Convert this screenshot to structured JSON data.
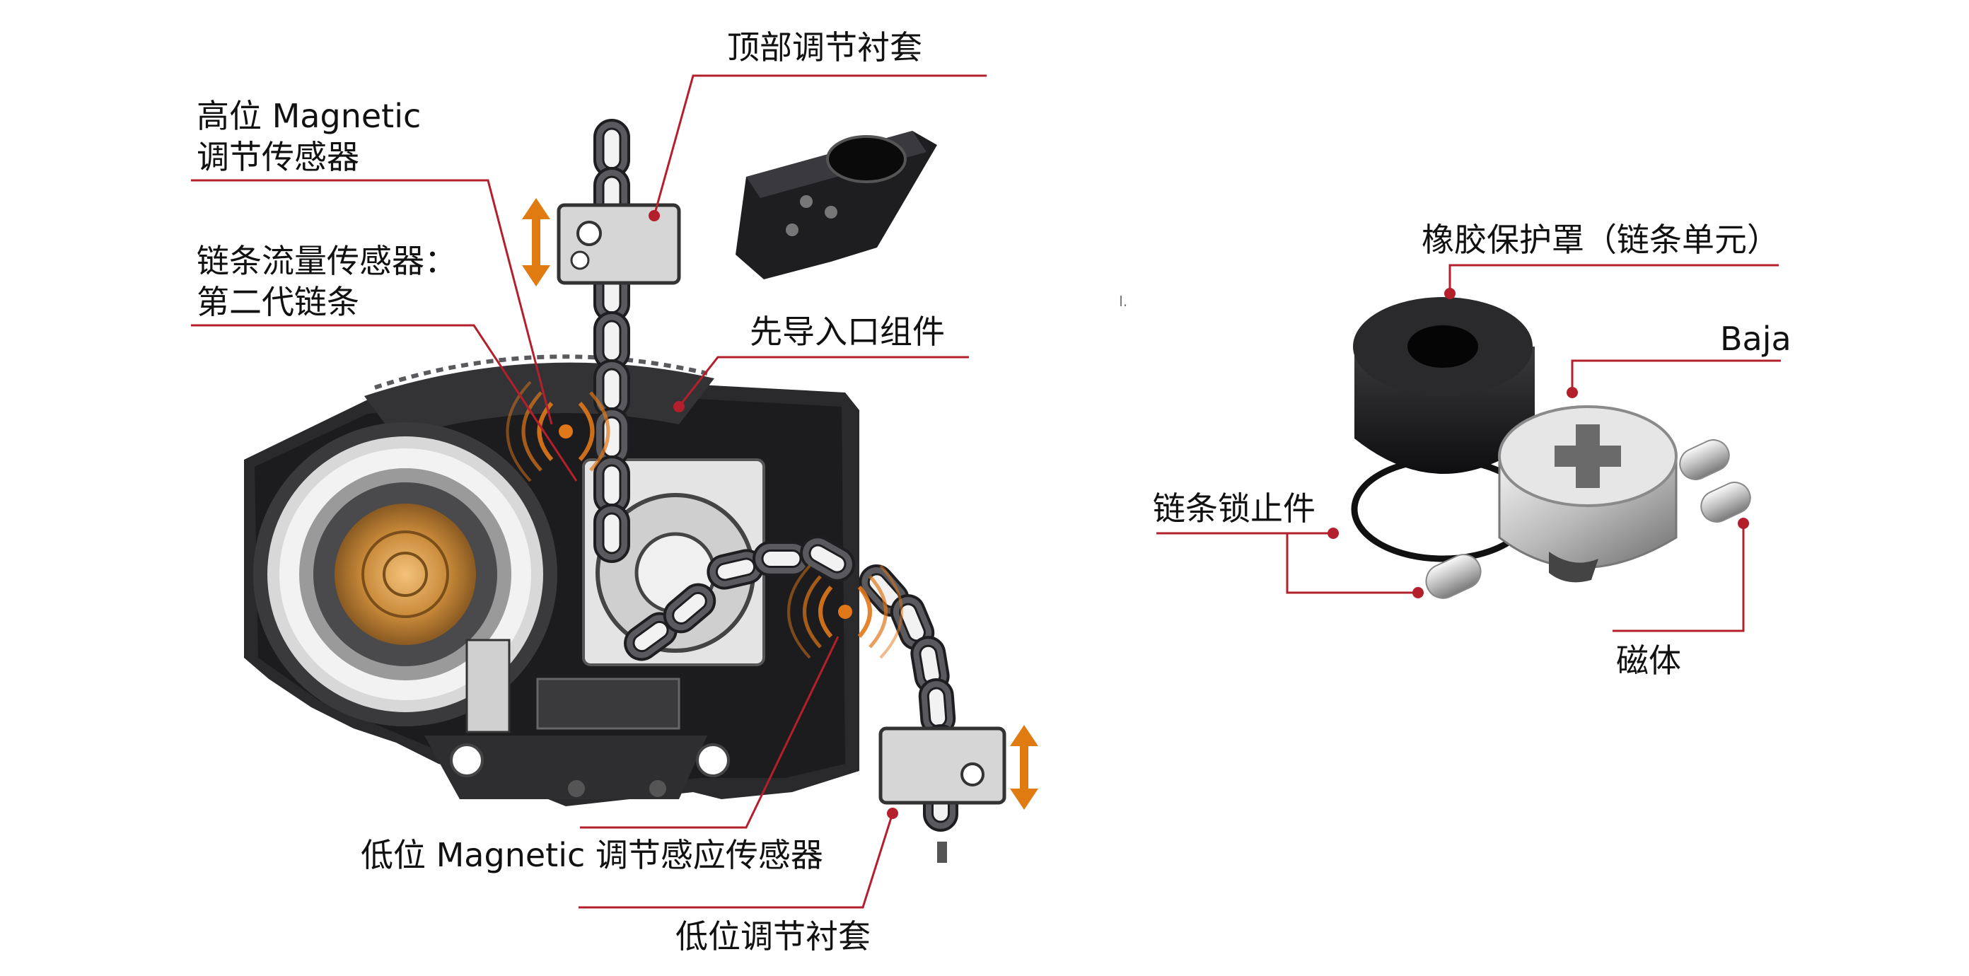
{
  "labels": {
    "top_bushing": "顶部调节衬套",
    "high_sensor_line1": "高位 Magnetic",
    "high_sensor_line2": "调节传感器",
    "flow_sensor_line1": "链条流量传感器：",
    "flow_sensor_line2": "第二代链条",
    "pilot_inlet": "先导入口组件",
    "low_sensor": "低位 Magnetic 调节感应传感器",
    "low_bushing": "低位调节衬套",
    "rubber_cover": "橡胶保护罩（链条单元）",
    "baja": "Baja",
    "chain_lock": "链条锁止件",
    "magnet": "磁体",
    "stray_mark": "I."
  },
  "colors": {
    "leader_line": "#b3202c",
    "arrow": "#e07b12",
    "housing": "#2a2a2c",
    "chain": "#4a4a4e",
    "sensor_wave": "#e0781a"
  }
}
